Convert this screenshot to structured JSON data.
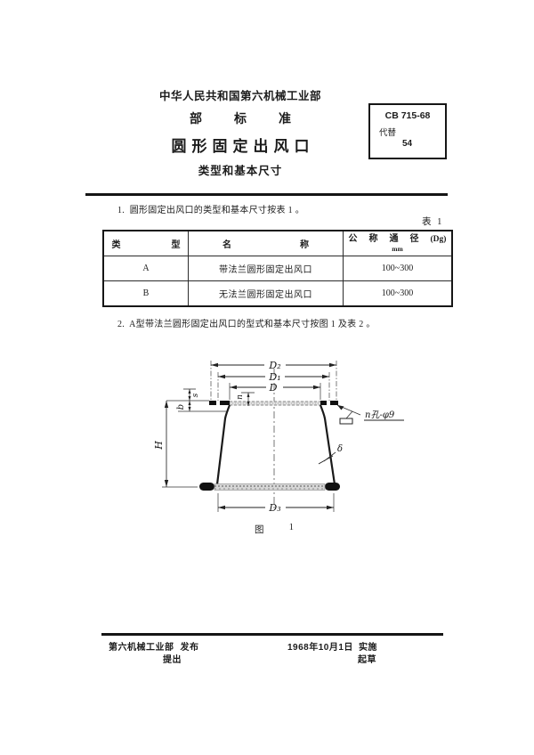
{
  "header": {
    "ministry": "中华人民共和国第六机械工业部",
    "standard_type": "部标准",
    "title": "圆形固定出风口",
    "subtitle": "类型和基本尺寸",
    "standard_box": {
      "code": "CB 715-68",
      "replaces_label": "代替",
      "replaces_value": "54"
    }
  },
  "paragraphs": {
    "item1": "1.  圆形固定出风口的类型和基本尺寸按表 1 。",
    "item2": "2.  A型带法兰圆形固定出风口的型式和基本尺寸按图 1 及表 2 。"
  },
  "table1": {
    "label": "表 1",
    "col_type": "类型",
    "col_name": "名称",
    "col_dia_main": "公称通径",
    "col_dia_suffix": "(Dg)",
    "col_dia_unit": "mm",
    "rows": [
      {
        "type": "A",
        "name": "带法兰圆形固定出风口",
        "dia": "100~300"
      },
      {
        "type": "B",
        "name": "无法兰圆形固定出风口",
        "dia": "100~300"
      }
    ]
  },
  "figure": {
    "caption_fig": "图",
    "caption_num": "1",
    "labels": {
      "d2": "D₂",
      "d1": "D₁",
      "d": "D",
      "d3": "D₃",
      "s": "s",
      "b": "b",
      "n": "n",
      "h": "H",
      "delta": "δ",
      "holes": "n孔-φ9"
    }
  },
  "footer": {
    "org": "第六机械工业部",
    "publish": "发布",
    "propose": "提出",
    "date": "1968年10月1日",
    "implement": "实施",
    "draft": "起草"
  }
}
